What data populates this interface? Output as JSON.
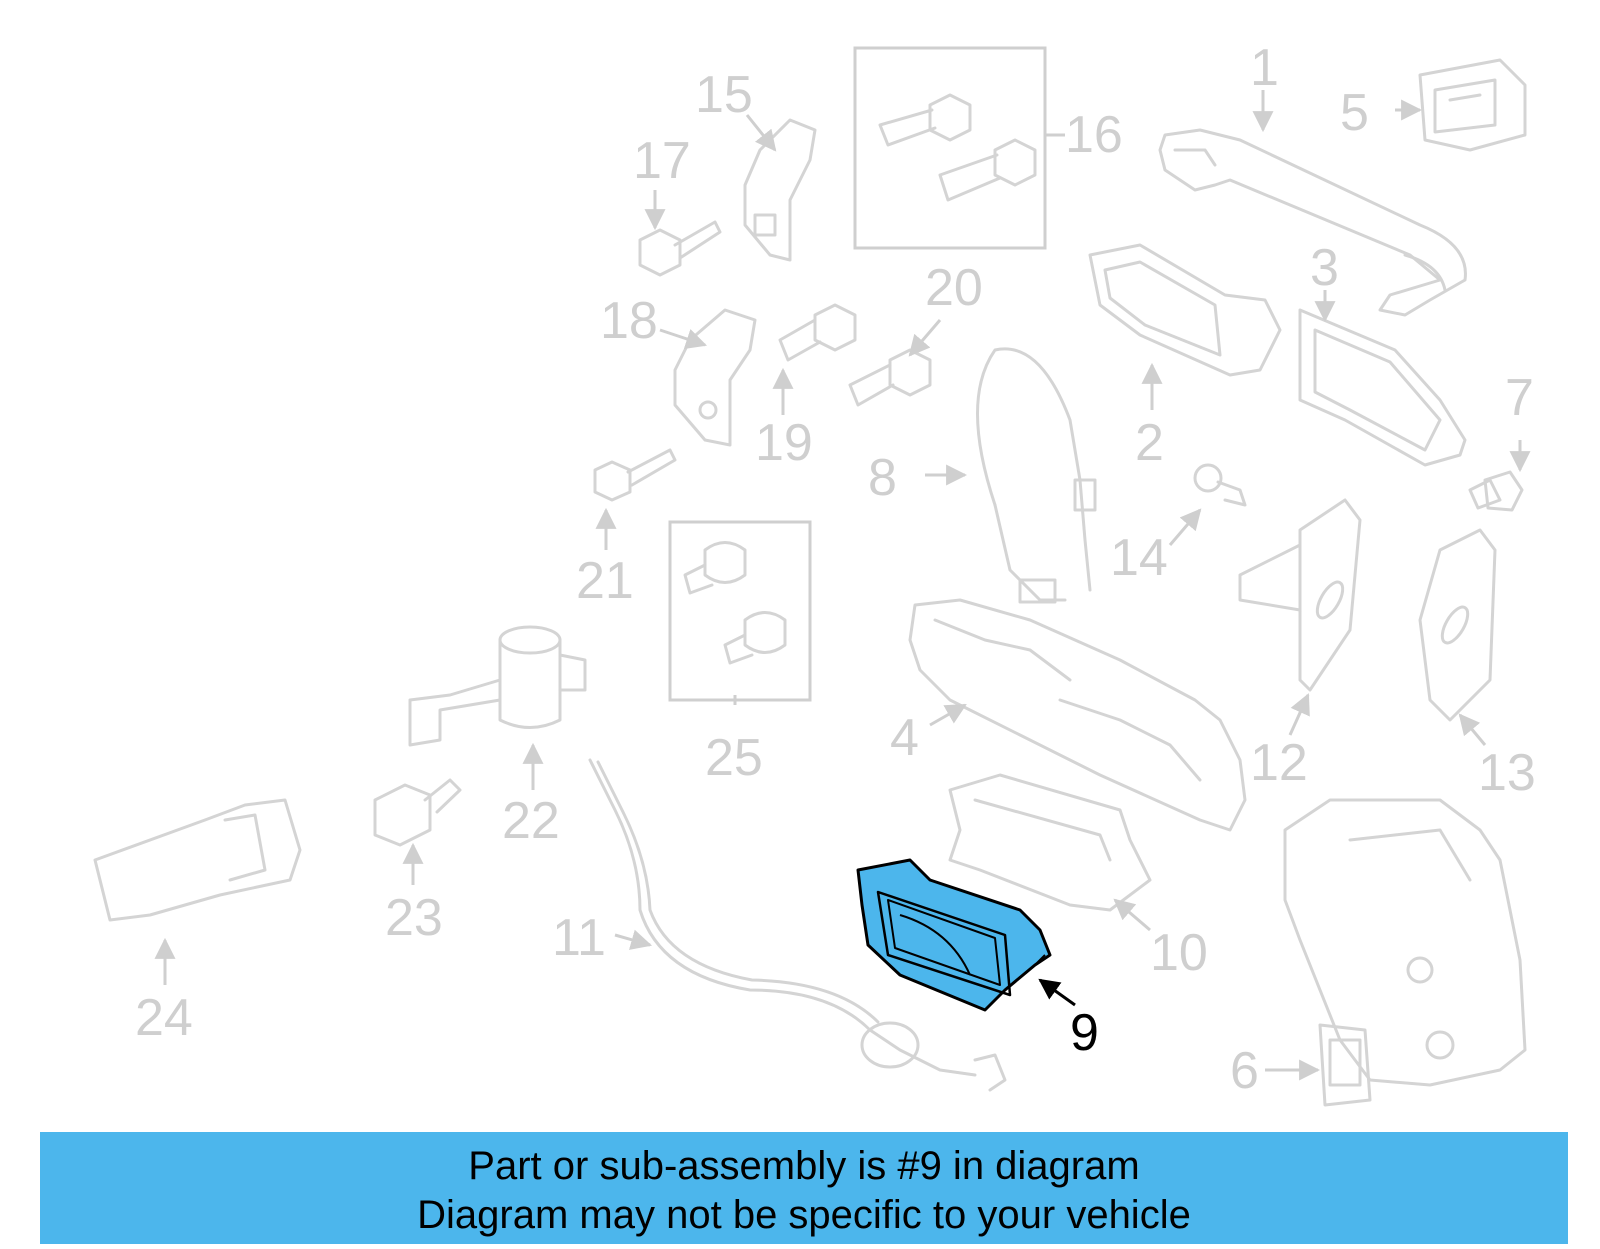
{
  "diagram": {
    "highlight_color": "#4cb6ec",
    "highlighted_part": "9",
    "callouts": [
      "1",
      "2",
      "3",
      "4",
      "5",
      "6",
      "7",
      "8",
      "9",
      "10",
      "11",
      "12",
      "13",
      "14",
      "15",
      "16",
      "17",
      "18",
      "19",
      "20",
      "21",
      "22",
      "23",
      "24",
      "25"
    ]
  },
  "banner": {
    "line1": "Part or sub-assembly is #9 in diagram",
    "line2": "Diagram may not be specific to your vehicle",
    "background": "#4cb6ec"
  }
}
